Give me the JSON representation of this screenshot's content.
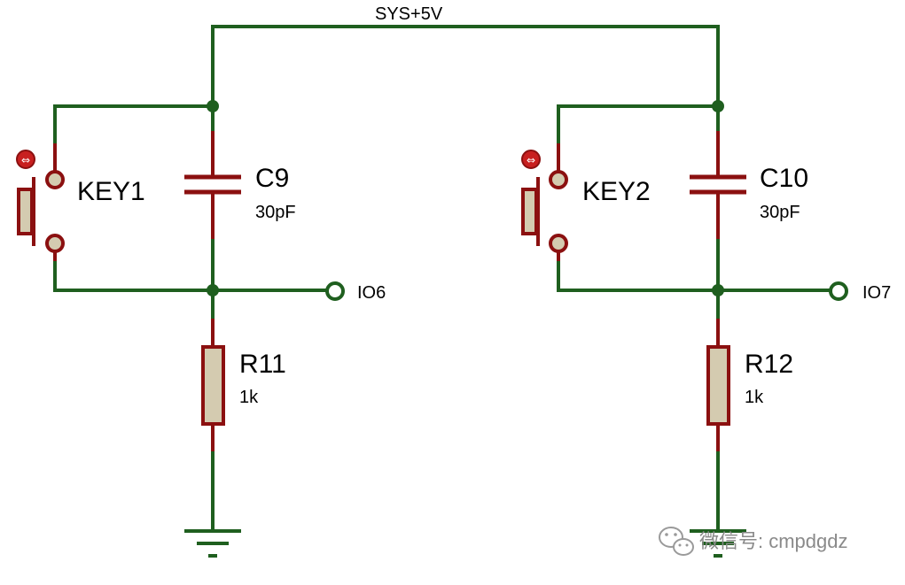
{
  "rail": {
    "label": "SYS+5V"
  },
  "left": {
    "key": "KEY1",
    "cap": {
      "ref": "C9",
      "value": "30pF"
    },
    "res": {
      "ref": "R11",
      "value": "1k"
    },
    "io": "IO6"
  },
  "right": {
    "key": "KEY2",
    "cap": {
      "ref": "C10",
      "value": "30pF"
    },
    "res": {
      "ref": "R12",
      "value": "1k"
    },
    "io": "IO7"
  },
  "watermark": "微信号: cmpdgdz",
  "colors": {
    "wire": "#1f5f1f",
    "component": "#8b1010",
    "body_fill": "#d4cbb0"
  }
}
